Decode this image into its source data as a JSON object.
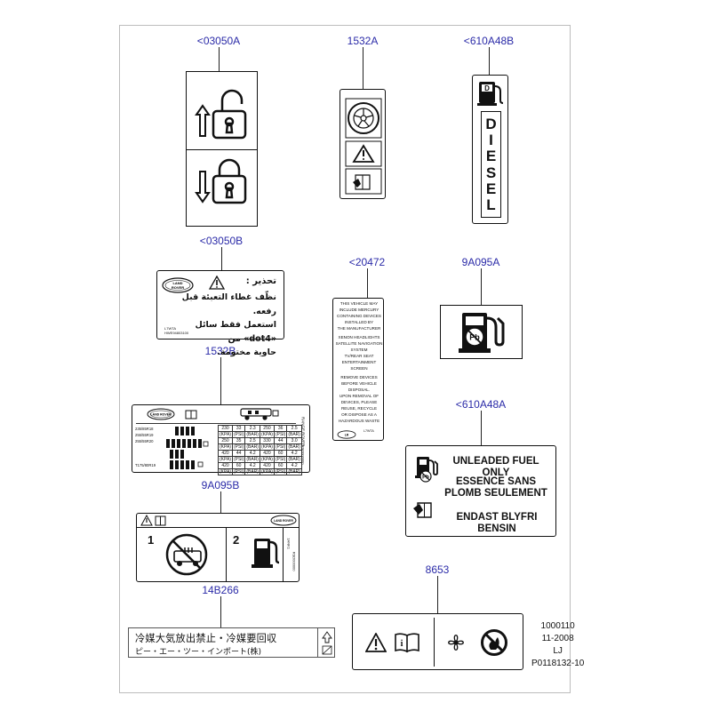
{
  "part_numbers": {
    "p03050A": "<03050A",
    "p1532A": "1532A",
    "p610A48B": "<610A48B",
    "p03050B": "<03050B",
    "p20472": "<20472",
    "p9A095A": "9A095A",
    "p1532B": "1532B",
    "p610A48A": "<610A48A",
    "p9A095B": "9A095B",
    "p14B266": "14B266",
    "p8653": "8653"
  },
  "diesel_label": {
    "letters": [
      "D",
      "I",
      "E",
      "S",
      "E",
      "L"
    ]
  },
  "arabic_label": {
    "heading": "تحذير :",
    "lines": [
      "نظّف غطاء التعبئة قبل رفعه.",
      "استعمل فقط سائل «dot4» من",
      "حاوية مختومة."
    ],
    "code": "L7WTA",
    "code2": "HWE94803100"
  },
  "mercury_label": {
    "lines": [
      "THIS VEHICLE MAY",
      "INCLUDE MERCURY",
      "CONTAINING DEVICES",
      "INSTALLED BY",
      "THE MANUFACTURER",
      "",
      "XENON HEADLIGHTS",
      "SATELLITE NAVIGATION",
      "SYSTEM",
      "TV/REAR SEAT",
      "ENTERTAINMENT SCREEN",
      "",
      "REMOVE DEVICES",
      "BEFORE VEHICLE",
      "DISPOSAL.",
      "UPON REMOVAL OF",
      "DEVICES, PLEASE",
      "REUSE, RECYCLE",
      "OR DISPOSE AS A",
      "HAZARDOUS WASTE"
    ],
    "code": "L7WTA"
  },
  "tyre_label": {
    "side_text": "RANGE ROVER",
    "side_code": "RSD000000",
    "tyre_sizes": [
      "235/85R18",
      "255/55R19",
      "255/55R20",
      "T175/80R19"
    ],
    "rows": [
      [
        "230",
        "33",
        "2.3",
        "250",
        "36",
        "2.5"
      ],
      [
        "250",
        "35",
        "2.5",
        "330",
        "44",
        "3.0"
      ],
      [
        "420",
        "44",
        "4.2",
        "420",
        "60",
        "4.2"
      ],
      [
        "420",
        "60",
        "4.2",
        "420",
        "60",
        "4.2"
      ]
    ],
    "units": [
      "(KPA)",
      "(PSI)",
      "(BAR)"
    ]
  },
  "fuel_label": {
    "lines": [
      "UNLEADED FUEL ONLY",
      "ESSENCE SANS",
      "PLOMB SEULEMENT",
      "ENDAST BLYFRI BENSIN"
    ]
  },
  "refuel_label": {
    "num1": "1",
    "num2": "2",
    "side_code": "1ANK1",
    "side_code2": "RSD000000"
  },
  "japanese_label": {
    "line1": "冷媒大気放出禁止・冷媒要回収",
    "line2": "ピー・エー・ツー・インポート(株)"
  },
  "reference": {
    "lines": [
      "1000110",
      "11-2008",
      "LJ",
      "P0118132-10"
    ]
  }
}
